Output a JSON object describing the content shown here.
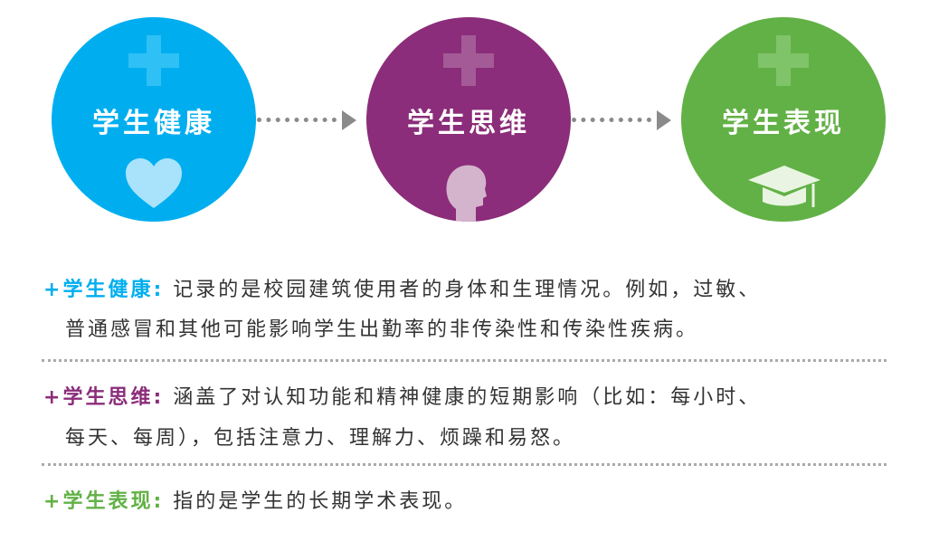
{
  "colors": {
    "health": "#00aeef",
    "mind": "#8b2d7a",
    "perf": "#62b146"
  },
  "circles": [
    {
      "title": "学生健康",
      "icon": "heart-icon"
    },
    {
      "title": "学生思维",
      "icon": "head-icon"
    },
    {
      "title": "学生表现",
      "icon": "graduation-cap-icon"
    }
  ],
  "items": [
    {
      "label": "学生健康:",
      "line1": "记录的是校园建筑使用者的身体和生理情况。例如，过敏、",
      "line2": "普通感冒和其他可能影响学生出勤率的非传染性和传染性疾病。"
    },
    {
      "label": "学生思维:",
      "line1": "涵盖了对认知功能和精神健康的短期影响（比如：每小时、",
      "line2": "每天、每周），包括注意力、理解力、烦躁和易怒。"
    },
    {
      "label": "学生表现:",
      "line1": "指的是学生的长期学术表现。"
    }
  ]
}
